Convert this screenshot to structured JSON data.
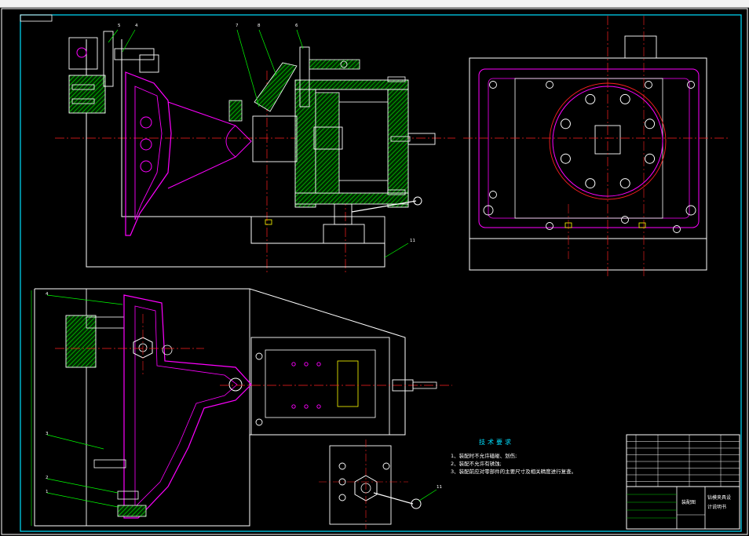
{
  "technical_requirements": {
    "title": "技术要求",
    "items": [
      "1、装配时不允许磕碰、划伤;",
      "2、装配不允许有锈蚀;",
      "3、装配前应对零部件的主要尺寸及相关精度进行复查。"
    ]
  },
  "title_block": {
    "drawing_name": "装配图",
    "designer_line1": "钻模夹具设",
    "designer_line2": "计说明书"
  },
  "balloons": [
    "1",
    "2",
    "3",
    "4",
    "5",
    "6",
    "7",
    "8",
    "11"
  ],
  "colors": {
    "background": "#000000",
    "frame": "#ffffff",
    "border_inner": "#00e0ff",
    "part_outline": "#ffffff",
    "workpiece": "#ff00ff",
    "centerline": "#ff2020",
    "leader": "#00ff00",
    "hatch_fill": "#00cc00",
    "accent": "#ffff00"
  }
}
